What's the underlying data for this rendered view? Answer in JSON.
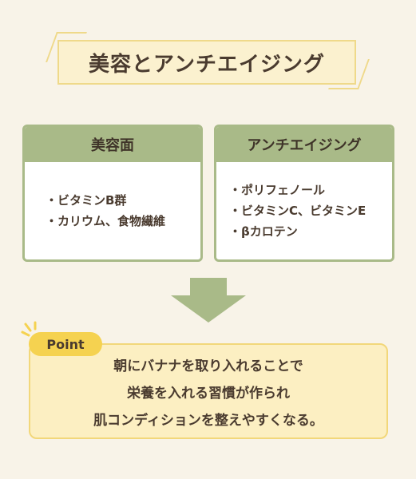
{
  "title": "美容とアンチエイジング",
  "left_card": {
    "heading": "美容面",
    "items": [
      "・ビタミンB群",
      "・カリウム、食物繊維"
    ]
  },
  "right_card": {
    "heading": "アンチエイジング",
    "items": [
      "・ポリフェノール",
      "・ビタミンC、ビタミンE",
      "・βカロテン"
    ]
  },
  "point": {
    "badge": "Point",
    "lines": [
      "朝にバナナを取り入れることで",
      "栄養を入れる習慣が作られ",
      "肌コンディションを整えやすくなる。"
    ]
  },
  "colors": {
    "background": "#f8f3e8",
    "accent_green": "#a9ba88",
    "accent_yellow": "#f5d250"
  },
  "icons": {
    "arrow": "down-arrow-icon",
    "sparks": "sparkle-icon"
  }
}
